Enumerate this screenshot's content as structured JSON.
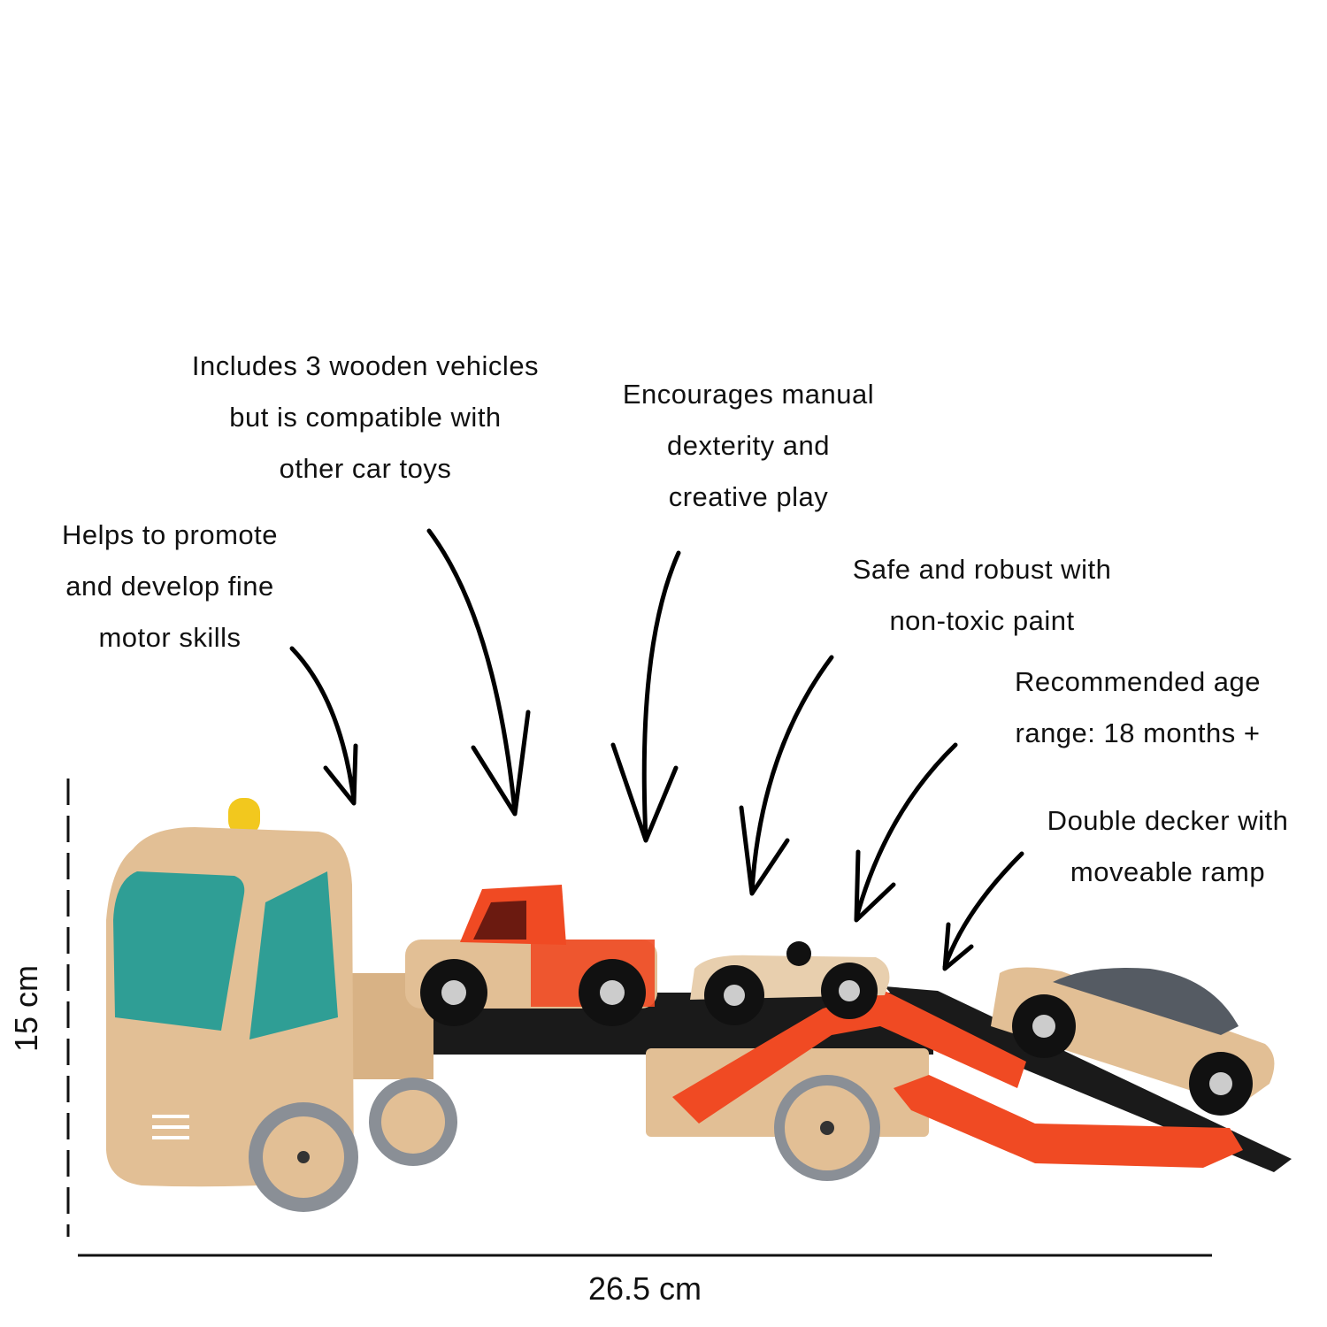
{
  "annotations": {
    "vehicles": [
      "Includes 3 wooden vehicles",
      "but is compatible with",
      "other car toys"
    ],
    "dexterity": [
      "Encourages manual",
      "dexterity and",
      "creative play"
    ],
    "motor_skills": [
      "Helps to promote",
      "and develop fine",
      "motor skills"
    ],
    "safety": [
      "Safe and robust with",
      "non-toxic paint"
    ],
    "age": [
      "Recommended age",
      "range: 18 months +"
    ],
    "ramp": [
      "Double decker with",
      "moveable ramp"
    ]
  },
  "dimensions": {
    "height": "15 cm",
    "width": "26.5 cm"
  },
  "colors": {
    "wood": "#e2bf95",
    "teal": "#2f9e95",
    "orange": "#f04a23",
    "black": "#1a1a1a",
    "grey_wheel": "#8a8f96",
    "yellow": "#f2c81e"
  }
}
